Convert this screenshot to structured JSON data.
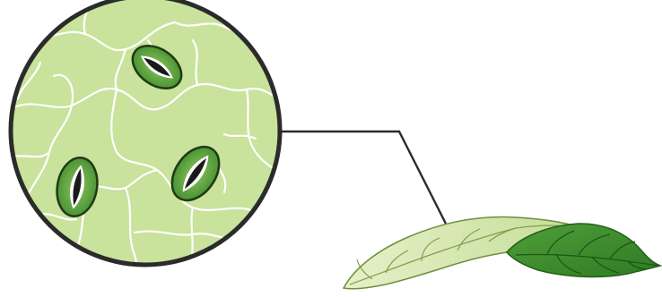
{
  "diagram": {
    "subject": "leaf-epidermis-stomata",
    "elements": [
      "magnified-view",
      "stoma",
      "stoma",
      "stoma",
      "connector-line",
      "leaf"
    ]
  },
  "colors": {
    "cell_fill": "#c9e29c",
    "cell_wall": "#ffffff",
    "outline": "#2b2b2b",
    "guard_cell_dark": "#3f8a2c",
    "guard_cell_light": "#8cc45e",
    "stoma_opening": "#1a1a1a",
    "leaf_pale": "#cfe4a6",
    "leaf_dark": "#3f8f2f"
  }
}
